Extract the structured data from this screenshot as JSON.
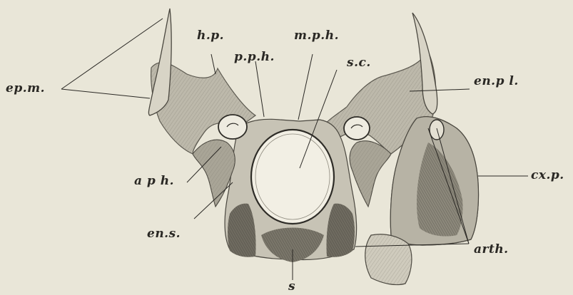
{
  "figure": {
    "labels": {
      "ep_m": "ep.m.",
      "h_p": "h.p.",
      "p_p_h": "p.p.h.",
      "m_p_h": "m.p.h.",
      "s_c": "s.c.",
      "en_pl": "en.p l.",
      "aph": "a p h.",
      "en_s": "en.s.",
      "s": "s",
      "cx_p": "cx.p.",
      "arth": "arth."
    },
    "colors": {
      "background": "#e9e6d8",
      "ink": "#2a2824",
      "bone_light": "#cfcbbd",
      "bone_mid": "#a9a597",
      "bone_dark": "#6f6b60"
    }
  }
}
